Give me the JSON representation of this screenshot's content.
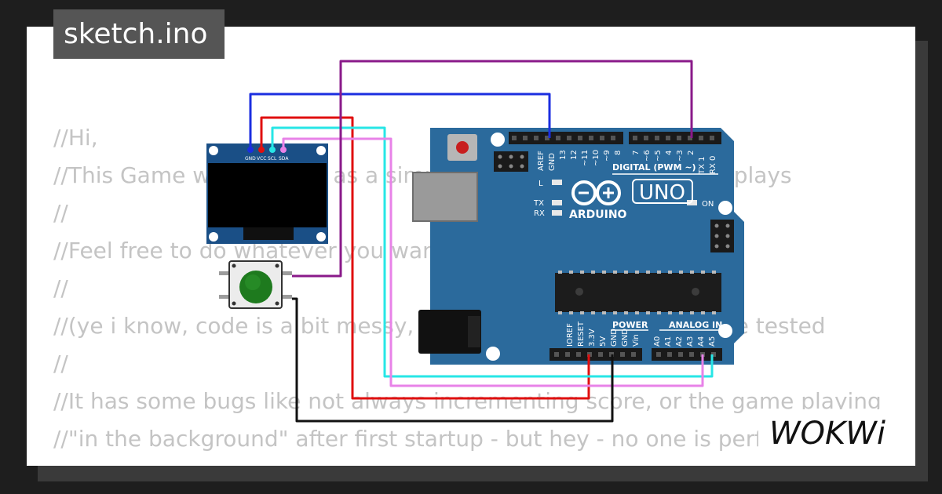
{
  "title": "sketch.ino",
  "code_lines": [
    "//Hi,",
    "//This Game was created as a simple test for the SSD1306 displays",
    "//",
    "//Feel free to do whatever you want with it",
    "//",
    "//(ye i know, code is a bit messy, but it works and it's hardware tested",
    "//",
    "//It has some bugs like not always incrementing score, or the game playing",
    "//\"in the background\" after first startup - but hey - no one is perfect"
  ],
  "oled": {
    "pins": [
      "GND",
      "VCC",
      "SCL",
      "SDA"
    ]
  },
  "arduino": {
    "brand": "ARDUINO",
    "model": "UNO",
    "digital_label": "DIGITAL (PWM ~)",
    "digital_pins": [
      "AREF",
      "GND",
      "13",
      "12",
      "~11",
      "~10",
      "~9",
      "8",
      "7",
      "~6",
      "~5",
      "4",
      "~3",
      "2",
      "TX 1",
      "RX 0"
    ],
    "power_label": "POWER",
    "analog_label": "ANALOG IN",
    "power_pins": [
      "IOREF",
      "RESET",
      "3.3V",
      "5V",
      "GND",
      "GND",
      "Vin"
    ],
    "analog_pins": [
      "A0",
      "A1",
      "A2",
      "A3",
      "A4",
      "A5"
    ],
    "led_l": "L",
    "led_tx": "TX",
    "led_rx": "RX",
    "led_on": "ON"
  },
  "logo": "WOKWi",
  "colors": {
    "board": "#2b6a9c",
    "wire_blue": "#1b2ee0",
    "wire_red": "#e00f0f",
    "wire_cyan": "#27e6e6",
    "wire_pink": "#e882e8",
    "wire_purple": "#8a1a8a",
    "wire_black": "#111111",
    "button": "#1e7a1e"
  }
}
